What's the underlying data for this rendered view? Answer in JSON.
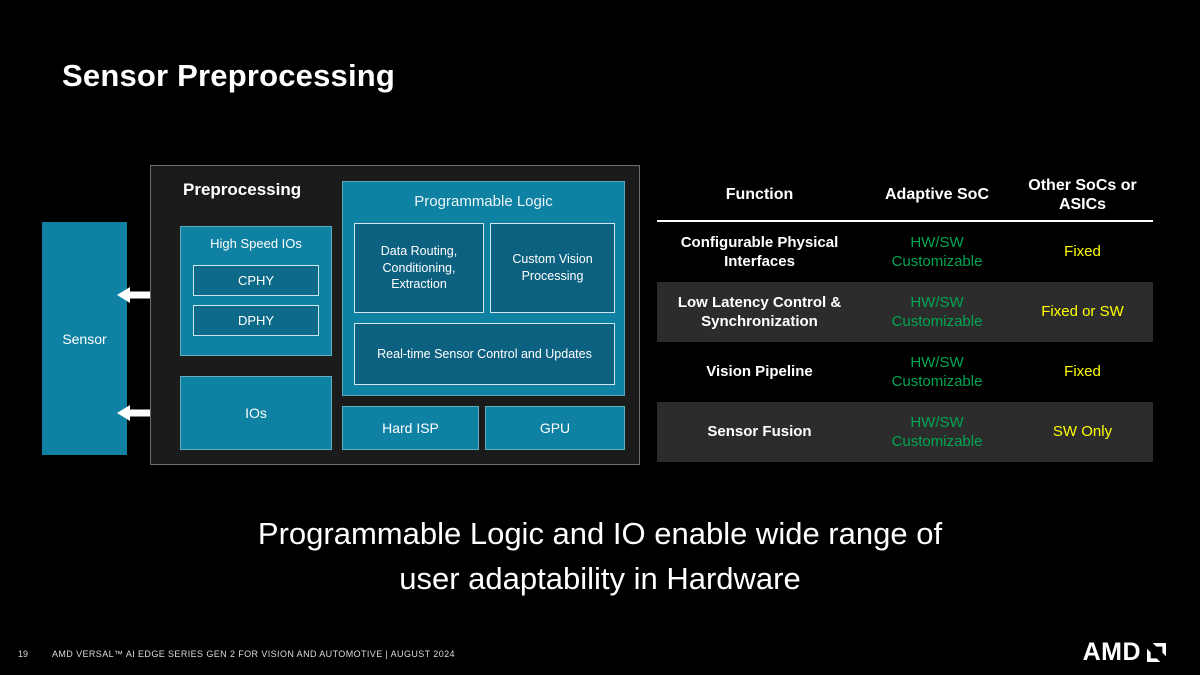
{
  "slide": {
    "title": "Sensor Preprocessing",
    "tagline": {
      "line1": "Programmable Logic and IO enable wide range of",
      "line2": "user adaptability in Hardware"
    },
    "footer": {
      "page_number": "19",
      "text": "AMD VERSAL™ AI EDGE SERIES GEN 2 FOR VISION AND AUTOMOTIVE  |  AUGUST 2024",
      "logo_text": "AMD"
    }
  },
  "diagram": {
    "sensor": "Sensor",
    "preprocessing": "Preprocessing",
    "high_speed_ios": "High Speed IOs",
    "cphy": "CPHY",
    "dphy": "DPHY",
    "ios": "IOs",
    "programmable_logic": "Programmable Logic",
    "data_routing": "Data Routing, Conditioning, Extraction",
    "custom_vision": "Custom Vision Processing",
    "realtime_control": "Real-time Sensor Control and Updates",
    "hard_isp": "Hard ISP",
    "gpu": "GPU"
  },
  "table": {
    "headers": [
      "Function",
      "Adaptive SoC",
      "Other SoCs or ASICs"
    ],
    "rows": [
      {
        "function": "Configurable Physical Interfaces",
        "adaptive_soc": "HW/SW Customizable",
        "other_socs": "Fixed"
      },
      {
        "function": "Low Latency Control & Synchronization",
        "adaptive_soc": "HW/SW Customizable",
        "other_socs": "Fixed or SW"
      },
      {
        "function": "Vision Pipeline",
        "adaptive_soc": "HW/SW Customizable",
        "other_socs": "Fixed"
      },
      {
        "function": "Sensor Fusion",
        "adaptive_soc": "HW/SW Customizable",
        "other_socs": "SW Only"
      }
    ]
  },
  "colors": {
    "teal": "#0f81a2",
    "teal_dark": "#0d6180",
    "panel_gray": "#1b1b1b",
    "row_shaded": "#2c2c2c",
    "green": "#00a651",
    "yellow": "#ffff00"
  }
}
